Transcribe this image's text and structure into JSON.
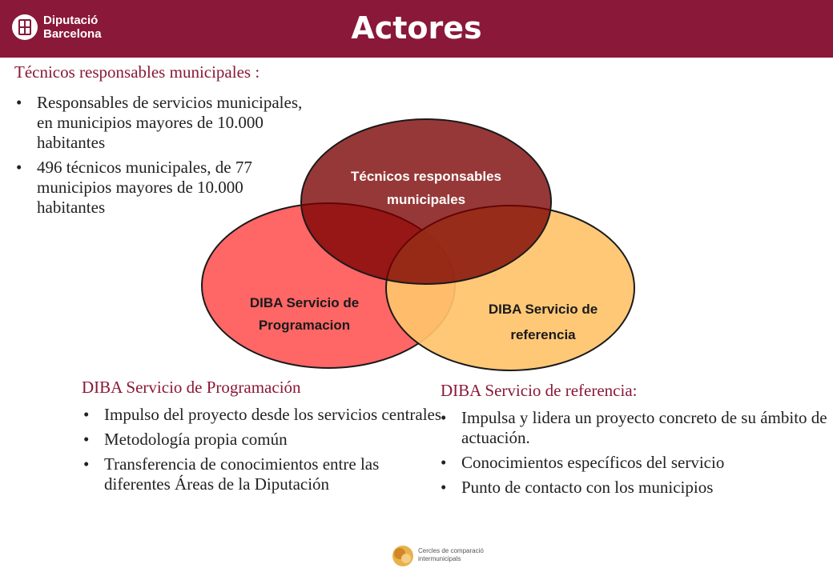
{
  "header": {
    "logo_line1": "Diputació",
    "logo_line2": "Barcelona",
    "title": "Actores"
  },
  "subheading": "Técnicos responsables municipales :",
  "top_bullets": [
    "Responsables de servicios municipales, en municipios mayores de 10.000 habitantes",
    "496 técnicos municipales, de 77 municipios mayores de 10.000 habitantes"
  ],
  "venn": {
    "circle_top": {
      "line1": "Técnicos  responsables",
      "line2": "municipales",
      "color": "#7a0000"
    },
    "circle_left": {
      "line1": "DIBA Servicio de",
      "line2": "Programacion",
      "color": "#ff6666"
    },
    "circle_right": {
      "line1": "DIBA Servicio de",
      "line2": "referencia",
      "color": "#ffc36b"
    }
  },
  "programacion": {
    "title": "DIBA Servicio de Programación",
    "bullets": [
      "Impulso del proyecto desde los servicios centrales",
      "Metodología propia común",
      "Transferencia de conocimientos entre las diferentes Áreas de la Diputación"
    ]
  },
  "referencia": {
    "title": "DIBA Servicio de referencia:",
    "bullets": [
      "Impulsa y lidera un proyecto concreto de su ámbito de actuación.",
      "Conocimientos específicos del servicio",
      "Punto de contacto con los municipios"
    ]
  },
  "footer": {
    "line1": "Cercles de comparació",
    "line2": "intermunicipals"
  },
  "colors": {
    "brand": "#8a1838"
  }
}
